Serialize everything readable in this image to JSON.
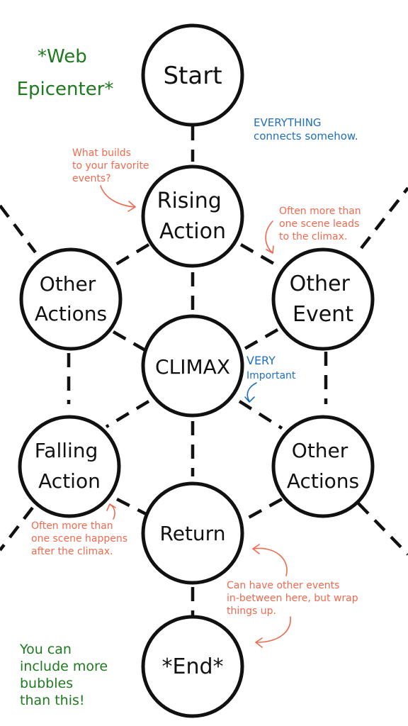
{
  "colors": {
    "ink": "#111111",
    "green": "#1e7a1e",
    "blue": "#1f6fbf",
    "red": "#f06a4f"
  },
  "nodes": {
    "start": [
      "Start"
    ],
    "rising_action": [
      "Rising",
      "Action"
    ],
    "other_actions_left": [
      "Other",
      "Actions"
    ],
    "other_event": [
      "Other",
      "Event"
    ],
    "climax": [
      "CLIMAX"
    ],
    "falling_action": [
      "Falling",
      "Action"
    ],
    "other_actions_right": [
      "Other",
      "Actions"
    ],
    "return": [
      "Return"
    ],
    "end": [
      "*End*"
    ]
  },
  "notes": {
    "web_epicenter": [
      "*Web",
      "Epicenter*"
    ],
    "everything": [
      "EVERYTHING",
      "connects somehow."
    ],
    "favorite_events": [
      "What builds",
      "to your favorite",
      "events?"
    ],
    "climax_leads": [
      "Often more than",
      "one scene leads",
      "to the climax."
    ],
    "very_important": [
      "VERY",
      "Important"
    ],
    "after_climax": [
      "Often more than",
      "one scene happens",
      "after the climax."
    ],
    "other_events": [
      "Can have other events",
      "in-between here, but wrap",
      "things up."
    ],
    "more_bubbles": [
      "You can",
      "include more",
      "bubbles",
      "than this!"
    ]
  }
}
